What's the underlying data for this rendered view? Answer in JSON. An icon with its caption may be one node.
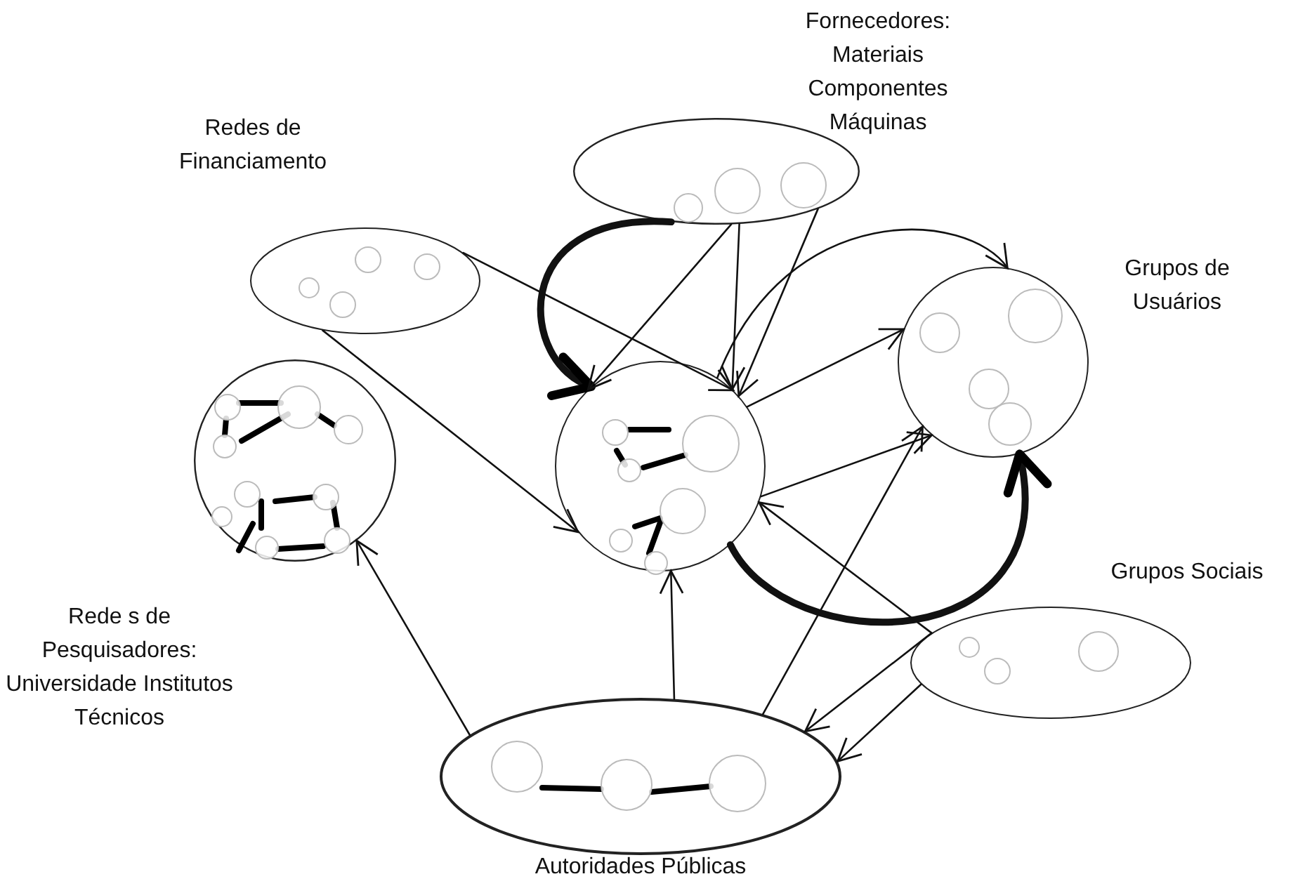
{
  "diagram": {
    "nodes": [
      {
        "text": [
          "Fornecedores: Materiais Componentes Máquinas"
        ]
      },
      {
        "text": [
          "Redes de Financiamento"
        ]
      },
      {
        "text": [
          "Grupos de Usuários"
        ]
      },
      {
        "text": [
          "Rede s de Pesquisadores: Universidade Institutos Técnicos"
        ]
      },
      {
        "text": [],
        "shape": "circle"
      },
      {
        "text": [
          "Grupos Sociais"
        ]
      },
      {
        "text": [
          "Autoridades Públicas"
        ]
      }
    ],
    "edges": [
      {
        "from": 0,
        "to": 4,
        "arrow": "to",
        "style": "thick"
      },
      {
        "from": 0,
        "to": 4,
        "arrow": "to"
      },
      {
        "from": 0,
        "to": 4,
        "arrow": "to"
      },
      {
        "from": 0,
        "to": 4,
        "arrow": "to"
      },
      {
        "from": 1,
        "to": 4,
        "arrow": "to"
      },
      {
        "from": 1,
        "to": 4,
        "arrow": "to"
      },
      {
        "from": 4,
        "to": 2,
        "arrow": "to"
      },
      {
        "from": 4,
        "to": 2,
        "arrow": "to"
      },
      {
        "from": 4,
        "to": 2,
        "arrow": "to"
      },
      {
        "from": 4,
        "to": 2,
        "arrow": "to",
        "style": "thick"
      },
      {
        "from": 5,
        "to": 4,
        "arrow": "to"
      },
      {
        "from": 6,
        "to": 2,
        "arrow": "to"
      },
      {
        "from": 6,
        "to": 3,
        "arrow": "to"
      },
      {
        "from": 6,
        "to": 4,
        "arrow": "to"
      },
      {
        "from": 5,
        "to": 6,
        "arrow": "to"
      },
      {
        "from": 5,
        "to": 6,
        "arrow": "to"
      }
    ]
  }
}
